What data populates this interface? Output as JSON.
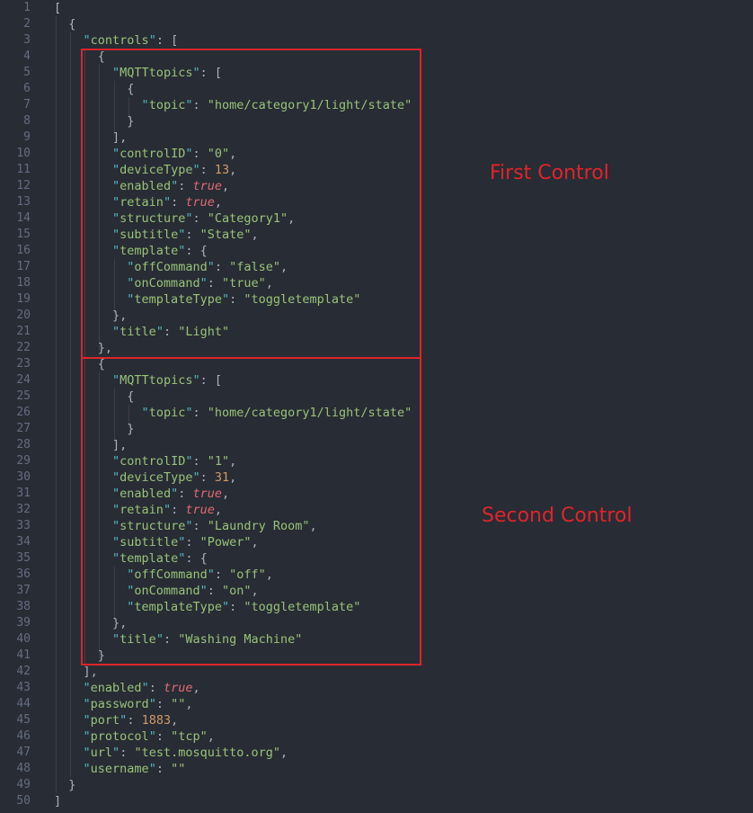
{
  "annotations": {
    "first_label": "First Control",
    "second_label": "Second Control"
  },
  "colors": {
    "background": "#282c34",
    "line_number": "#636d83",
    "key": "#98c379",
    "string": "#98c379",
    "number": "#d19a66",
    "boolean": "#e06c75",
    "annotation": "#e0242b"
  },
  "lines": [
    {
      "n": "1",
      "t": [
        [
          "p",
          "["
        ]
      ]
    },
    {
      "n": "2",
      "t": [
        [
          "p",
          "  {"
        ]
      ]
    },
    {
      "n": "3",
      "t": [
        [
          "p",
          "    "
        ],
        [
          "q",
          "\""
        ],
        [
          "k",
          "controls"
        ],
        [
          "q",
          "\""
        ],
        [
          "p",
          ": ["
        ]
      ]
    },
    {
      "n": "4",
      "t": [
        [
          "p",
          "      {"
        ]
      ]
    },
    {
      "n": "5",
      "t": [
        [
          "p",
          "        "
        ],
        [
          "q",
          "\""
        ],
        [
          "k",
          "MQTTtopics"
        ],
        [
          "q",
          "\""
        ],
        [
          "p",
          ": ["
        ]
      ]
    },
    {
      "n": "6",
      "t": [
        [
          "p",
          "          {"
        ]
      ]
    },
    {
      "n": "7",
      "t": [
        [
          "p",
          "            "
        ],
        [
          "q",
          "\""
        ],
        [
          "k",
          "topic"
        ],
        [
          "q",
          "\""
        ],
        [
          "p",
          ": "
        ],
        [
          "s",
          "\"home/category1/light/state\""
        ]
      ]
    },
    {
      "n": "8",
      "t": [
        [
          "p",
          "          }"
        ]
      ]
    },
    {
      "n": "9",
      "t": [
        [
          "p",
          "        ],"
        ]
      ]
    },
    {
      "n": "10",
      "t": [
        [
          "p",
          "        "
        ],
        [
          "q",
          "\""
        ],
        [
          "k",
          "controlID"
        ],
        [
          "q",
          "\""
        ],
        [
          "p",
          ": "
        ],
        [
          "s",
          "\"0\""
        ],
        [
          "p",
          ","
        ]
      ]
    },
    {
      "n": "11",
      "t": [
        [
          "p",
          "        "
        ],
        [
          "q",
          "\""
        ],
        [
          "k",
          "deviceType"
        ],
        [
          "q",
          "\""
        ],
        [
          "p",
          ": "
        ],
        [
          "n",
          "13"
        ],
        [
          "p",
          ","
        ]
      ]
    },
    {
      "n": "12",
      "t": [
        [
          "p",
          "        "
        ],
        [
          "q",
          "\""
        ],
        [
          "k",
          "enabled"
        ],
        [
          "q",
          "\""
        ],
        [
          "p",
          ": "
        ],
        [
          "b",
          "true"
        ],
        [
          "p",
          ","
        ]
      ]
    },
    {
      "n": "13",
      "t": [
        [
          "p",
          "        "
        ],
        [
          "q",
          "\""
        ],
        [
          "k",
          "retain"
        ],
        [
          "q",
          "\""
        ],
        [
          "p",
          ": "
        ],
        [
          "b",
          "true"
        ],
        [
          "p",
          ","
        ]
      ]
    },
    {
      "n": "14",
      "t": [
        [
          "p",
          "        "
        ],
        [
          "q",
          "\""
        ],
        [
          "k",
          "structure"
        ],
        [
          "q",
          "\""
        ],
        [
          "p",
          ": "
        ],
        [
          "s",
          "\"Category1\""
        ],
        [
          "p",
          ","
        ]
      ]
    },
    {
      "n": "15",
      "t": [
        [
          "p",
          "        "
        ],
        [
          "q",
          "\""
        ],
        [
          "k",
          "subtitle"
        ],
        [
          "q",
          "\""
        ],
        [
          "p",
          ": "
        ],
        [
          "s",
          "\"State\""
        ],
        [
          "p",
          ","
        ]
      ]
    },
    {
      "n": "16",
      "t": [
        [
          "p",
          "        "
        ],
        [
          "q",
          "\""
        ],
        [
          "k",
          "template"
        ],
        [
          "q",
          "\""
        ],
        [
          "p",
          ": {"
        ]
      ]
    },
    {
      "n": "17",
      "t": [
        [
          "p",
          "          "
        ],
        [
          "q",
          "\""
        ],
        [
          "k",
          "offCommand"
        ],
        [
          "q",
          "\""
        ],
        [
          "p",
          ": "
        ],
        [
          "s",
          "\"false\""
        ],
        [
          "p",
          ","
        ]
      ]
    },
    {
      "n": "18",
      "t": [
        [
          "p",
          "          "
        ],
        [
          "q",
          "\""
        ],
        [
          "k",
          "onCommand"
        ],
        [
          "q",
          "\""
        ],
        [
          "p",
          ": "
        ],
        [
          "s",
          "\"true\""
        ],
        [
          "p",
          ","
        ]
      ]
    },
    {
      "n": "19",
      "t": [
        [
          "p",
          "          "
        ],
        [
          "q",
          "\""
        ],
        [
          "k",
          "templateType"
        ],
        [
          "q",
          "\""
        ],
        [
          "p",
          ": "
        ],
        [
          "s",
          "\"toggletemplate\""
        ]
      ]
    },
    {
      "n": "20",
      "t": [
        [
          "p",
          "        },"
        ]
      ]
    },
    {
      "n": "21",
      "t": [
        [
          "p",
          "        "
        ],
        [
          "q",
          "\""
        ],
        [
          "k",
          "title"
        ],
        [
          "q",
          "\""
        ],
        [
          "p",
          ": "
        ],
        [
          "s",
          "\"Light\""
        ]
      ]
    },
    {
      "n": "22",
      "t": [
        [
          "p",
          "      },"
        ]
      ]
    },
    {
      "n": "23",
      "t": [
        [
          "p",
          "      {"
        ]
      ]
    },
    {
      "n": "24",
      "t": [
        [
          "p",
          "        "
        ],
        [
          "q",
          "\""
        ],
        [
          "k",
          "MQTTtopics"
        ],
        [
          "q",
          "\""
        ],
        [
          "p",
          ": ["
        ]
      ]
    },
    {
      "n": "25",
      "t": [
        [
          "p",
          "          {"
        ]
      ]
    },
    {
      "n": "26",
      "t": [
        [
          "p",
          "            "
        ],
        [
          "q",
          "\""
        ],
        [
          "k",
          "topic"
        ],
        [
          "q",
          "\""
        ],
        [
          "p",
          ": "
        ],
        [
          "s",
          "\"home/category1/light/state\""
        ]
      ]
    },
    {
      "n": "27",
      "t": [
        [
          "p",
          "          }"
        ]
      ]
    },
    {
      "n": "28",
      "t": [
        [
          "p",
          "        ],"
        ]
      ]
    },
    {
      "n": "29",
      "t": [
        [
          "p",
          "        "
        ],
        [
          "q",
          "\""
        ],
        [
          "k",
          "controlID"
        ],
        [
          "q",
          "\""
        ],
        [
          "p",
          ": "
        ],
        [
          "s",
          "\"1\""
        ],
        [
          "p",
          ","
        ]
      ]
    },
    {
      "n": "30",
      "t": [
        [
          "p",
          "        "
        ],
        [
          "q",
          "\""
        ],
        [
          "k",
          "deviceType"
        ],
        [
          "q",
          "\""
        ],
        [
          "p",
          ": "
        ],
        [
          "n",
          "31"
        ],
        [
          "p",
          ","
        ]
      ]
    },
    {
      "n": "31",
      "t": [
        [
          "p",
          "        "
        ],
        [
          "q",
          "\""
        ],
        [
          "k",
          "enabled"
        ],
        [
          "q",
          "\""
        ],
        [
          "p",
          ": "
        ],
        [
          "b",
          "true"
        ],
        [
          "p",
          ","
        ]
      ]
    },
    {
      "n": "32",
      "t": [
        [
          "p",
          "        "
        ],
        [
          "q",
          "\""
        ],
        [
          "k",
          "retain"
        ],
        [
          "q",
          "\""
        ],
        [
          "p",
          ": "
        ],
        [
          "b",
          "true"
        ],
        [
          "p",
          ","
        ]
      ]
    },
    {
      "n": "33",
      "t": [
        [
          "p",
          "        "
        ],
        [
          "q",
          "\""
        ],
        [
          "k",
          "structure"
        ],
        [
          "q",
          "\""
        ],
        [
          "p",
          ": "
        ],
        [
          "s",
          "\"Laundry Room\""
        ],
        [
          "p",
          ","
        ]
      ]
    },
    {
      "n": "34",
      "t": [
        [
          "p",
          "        "
        ],
        [
          "q",
          "\""
        ],
        [
          "k",
          "subtitle"
        ],
        [
          "q",
          "\""
        ],
        [
          "p",
          ": "
        ],
        [
          "s",
          "\"Power\""
        ],
        [
          "p",
          ","
        ]
      ]
    },
    {
      "n": "35",
      "t": [
        [
          "p",
          "        "
        ],
        [
          "q",
          "\""
        ],
        [
          "k",
          "template"
        ],
        [
          "q",
          "\""
        ],
        [
          "p",
          ": {"
        ]
      ]
    },
    {
      "n": "36",
      "t": [
        [
          "p",
          "          "
        ],
        [
          "q",
          "\""
        ],
        [
          "k",
          "offCommand"
        ],
        [
          "q",
          "\""
        ],
        [
          "p",
          ": "
        ],
        [
          "s",
          "\"off\""
        ],
        [
          "p",
          ","
        ]
      ]
    },
    {
      "n": "37",
      "t": [
        [
          "p",
          "          "
        ],
        [
          "q",
          "\""
        ],
        [
          "k",
          "onCommand"
        ],
        [
          "q",
          "\""
        ],
        [
          "p",
          ": "
        ],
        [
          "s",
          "\"on\""
        ],
        [
          "p",
          ","
        ]
      ]
    },
    {
      "n": "38",
      "t": [
        [
          "p",
          "          "
        ],
        [
          "q",
          "\""
        ],
        [
          "k",
          "templateType"
        ],
        [
          "q",
          "\""
        ],
        [
          "p",
          ": "
        ],
        [
          "s",
          "\"toggletemplate\""
        ]
      ]
    },
    {
      "n": "39",
      "t": [
        [
          "p",
          "        },"
        ]
      ]
    },
    {
      "n": "40",
      "t": [
        [
          "p",
          "        "
        ],
        [
          "q",
          "\""
        ],
        [
          "k",
          "title"
        ],
        [
          "q",
          "\""
        ],
        [
          "p",
          ": "
        ],
        [
          "s",
          "\"Washing Machine\""
        ]
      ]
    },
    {
      "n": "41",
      "t": [
        [
          "p",
          "      }"
        ]
      ]
    },
    {
      "n": "42",
      "t": [
        [
          "p",
          "    ],"
        ]
      ]
    },
    {
      "n": "43",
      "t": [
        [
          "p",
          "    "
        ],
        [
          "q",
          "\""
        ],
        [
          "k",
          "enabled"
        ],
        [
          "q",
          "\""
        ],
        [
          "p",
          ": "
        ],
        [
          "b",
          "true"
        ],
        [
          "p",
          ","
        ]
      ]
    },
    {
      "n": "44",
      "t": [
        [
          "p",
          "    "
        ],
        [
          "q",
          "\""
        ],
        [
          "k",
          "password"
        ],
        [
          "q",
          "\""
        ],
        [
          "p",
          ": "
        ],
        [
          "s",
          "\"\""
        ],
        [
          "p",
          ","
        ]
      ]
    },
    {
      "n": "45",
      "t": [
        [
          "p",
          "    "
        ],
        [
          "q",
          "\""
        ],
        [
          "k",
          "port"
        ],
        [
          "q",
          "\""
        ],
        [
          "p",
          ": "
        ],
        [
          "n",
          "1883"
        ],
        [
          "p",
          ","
        ]
      ]
    },
    {
      "n": "46",
      "t": [
        [
          "p",
          "    "
        ],
        [
          "q",
          "\""
        ],
        [
          "k",
          "protocol"
        ],
        [
          "q",
          "\""
        ],
        [
          "p",
          ": "
        ],
        [
          "s",
          "\"tcp\""
        ],
        [
          "p",
          ","
        ]
      ]
    },
    {
      "n": "47",
      "t": [
        [
          "p",
          "    "
        ],
        [
          "q",
          "\""
        ],
        [
          "k",
          "url"
        ],
        [
          "q",
          "\""
        ],
        [
          "p",
          ": "
        ],
        [
          "s",
          "\"test.mosquitto.org\""
        ],
        [
          "p",
          ","
        ]
      ]
    },
    {
      "n": "48",
      "t": [
        [
          "p",
          "    "
        ],
        [
          "q",
          "\""
        ],
        [
          "k",
          "username"
        ],
        [
          "q",
          "\""
        ],
        [
          "p",
          ": "
        ],
        [
          "s",
          "\"\""
        ]
      ]
    },
    {
      "n": "49",
      "t": [
        [
          "p",
          "  }"
        ]
      ]
    },
    {
      "n": "50",
      "t": [
        [
          "p",
          "]"
        ]
      ]
    }
  ]
}
